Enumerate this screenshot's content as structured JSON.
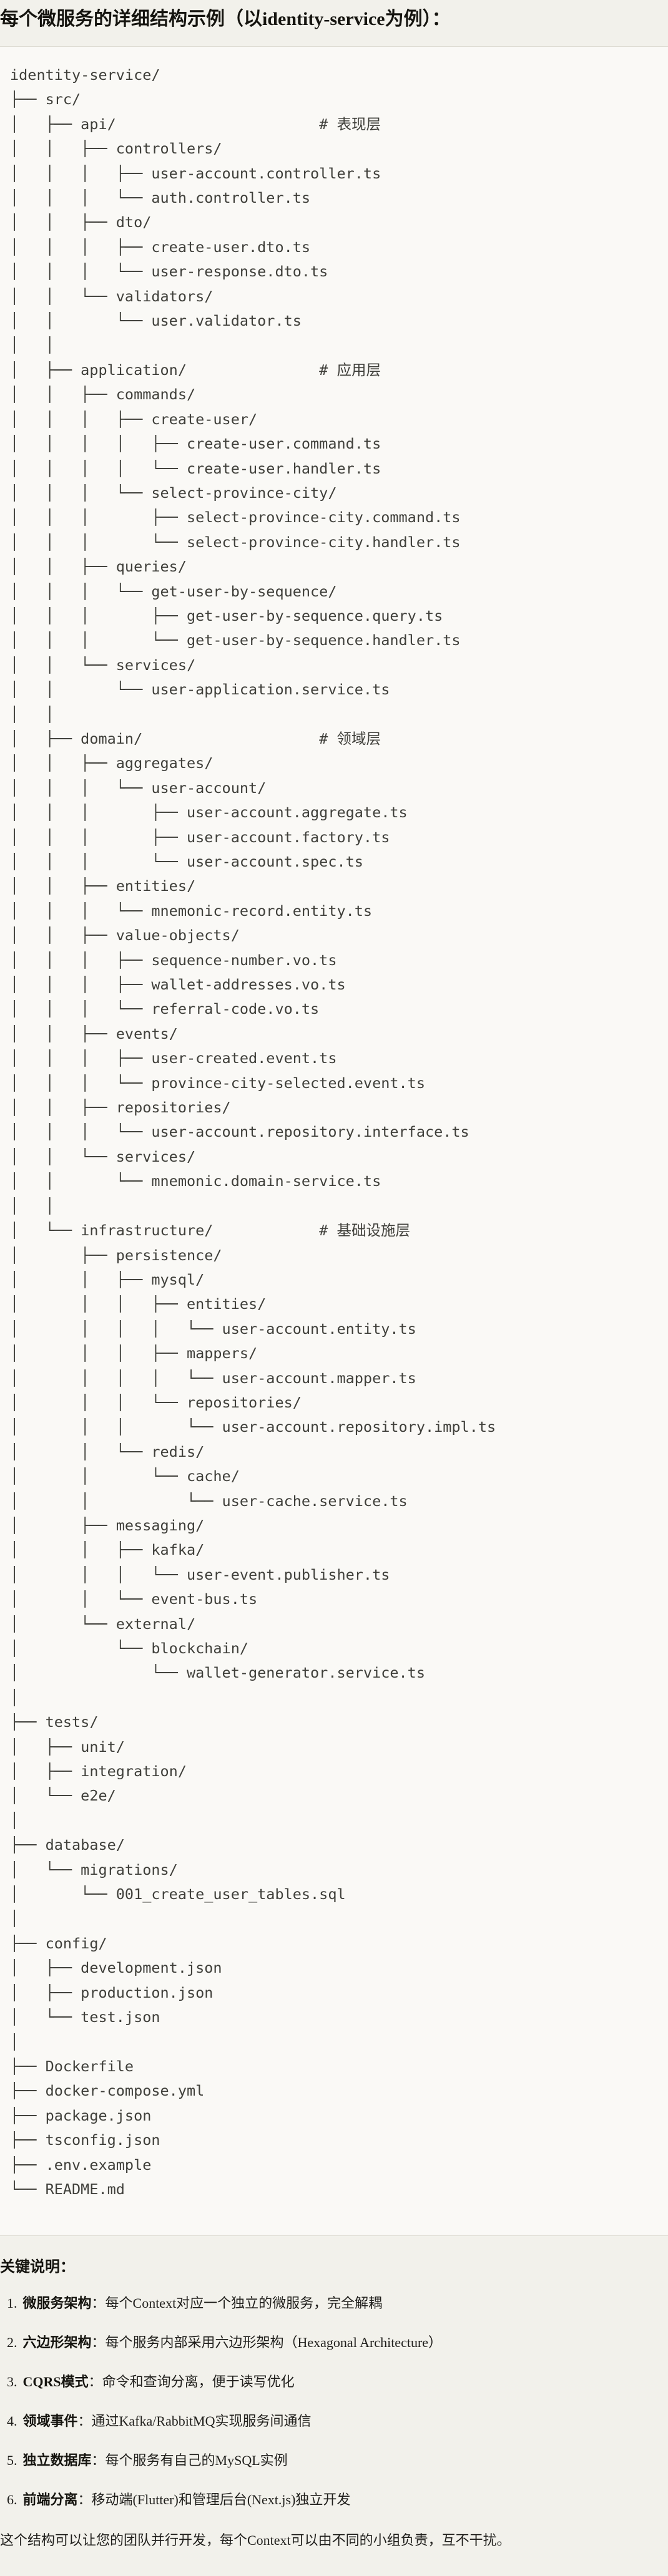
{
  "title": "每个微服务的详细结构示例（以identity-service为例）：",
  "colors": {
    "page_bg": "#F2F1EB",
    "code_block_bg": "#FAF9F6",
    "code_block_border": "#DEDCD3",
    "code_text": "#3F3F3A",
    "body_text": "#1F1E1B"
  },
  "code_block": {
    "language": "plaintext",
    "tree_lines": [
      "identity-service/",
      "├── src/",
      "│   ├── api/                       # 表现层",
      "│   │   ├── controllers/",
      "│   │   │   ├── user-account.controller.ts",
      "│   │   │   └── auth.controller.ts",
      "│   │   ├── dto/",
      "│   │   │   ├── create-user.dto.ts",
      "│   │   │   └── user-response.dto.ts",
      "│   │   └── validators/",
      "│   │       └── user.validator.ts",
      "│   │",
      "│   ├── application/               # 应用层",
      "│   │   ├── commands/",
      "│   │   │   ├── create-user/",
      "│   │   │   │   ├── create-user.command.ts",
      "│   │   │   │   └── create-user.handler.ts",
      "│   │   │   └── select-province-city/",
      "│   │   │       ├── select-province-city.command.ts",
      "│   │   │       └── select-province-city.handler.ts",
      "│   │   ├── queries/",
      "│   │   │   └── get-user-by-sequence/",
      "│   │   │       ├── get-user-by-sequence.query.ts",
      "│   │   │       └── get-user-by-sequence.handler.ts",
      "│   │   └── services/",
      "│   │       └── user-application.service.ts",
      "│   │",
      "│   ├── domain/                    # 领域层",
      "│   │   ├── aggregates/",
      "│   │   │   └── user-account/",
      "│   │   │       ├── user-account.aggregate.ts",
      "│   │   │       ├── user-account.factory.ts",
      "│   │   │       └── user-account.spec.ts",
      "│   │   ├── entities/",
      "│   │   │   └── mnemonic-record.entity.ts",
      "│   │   ├── value-objects/",
      "│   │   │   ├── sequence-number.vo.ts",
      "│   │   │   ├── wallet-addresses.vo.ts",
      "│   │   │   └── referral-code.vo.ts",
      "│   │   ├── events/",
      "│   │   │   ├── user-created.event.ts",
      "│   │   │   └── province-city-selected.event.ts",
      "│   │   ├── repositories/",
      "│   │   │   └── user-account.repository.interface.ts",
      "│   │   └── services/",
      "│   │       └── mnemonic.domain-service.ts",
      "│   │",
      "│   └── infrastructure/            # 基础设施层",
      "│       ├── persistence/",
      "│       │   ├── mysql/",
      "│       │   │   ├── entities/",
      "│       │   │   │   └── user-account.entity.ts",
      "│       │   │   ├── mappers/",
      "│       │   │   │   └── user-account.mapper.ts",
      "│       │   │   └── repositories/",
      "│       │   │       └── user-account.repository.impl.ts",
      "│       │   └── redis/",
      "│       │       └── cache/",
      "│       │           └── user-cache.service.ts",
      "│       ├── messaging/",
      "│       │   ├── kafka/",
      "│       │   │   └── user-event.publisher.ts",
      "│       │   └── event-bus.ts",
      "│       └── external/",
      "│           └── blockchain/",
      "│               └── wallet-generator.service.ts",
      "│",
      "├── tests/",
      "│   ├── unit/",
      "│   ├── integration/",
      "│   └── e2e/",
      "│",
      "├── database/",
      "│   └── migrations/",
      "│       └── 001_create_user_tables.sql",
      "│",
      "├── config/",
      "│   ├── development.json",
      "│   ├── production.json",
      "│   └── test.json",
      "│",
      "├── Dockerfile",
      "├── docker-compose.yml",
      "├── package.json",
      "├── tsconfig.json",
      "├── .env.example",
      "└── README.md"
    ]
  },
  "notes": {
    "heading": "关键说明：",
    "items": [
      {
        "num": "1.",
        "term": "微服务架构",
        "desc": "：每个Context对应一个独立的微服务，完全解耦"
      },
      {
        "num": "2.",
        "term": "六边形架构",
        "desc": "：每个服务内部采用六边形架构（Hexagonal Architecture）"
      },
      {
        "num": "3.",
        "term": "CQRS模式",
        "desc": "：命令和查询分离，便于读写优化"
      },
      {
        "num": "4.",
        "term": "领域事件",
        "desc": "：通过Kafka/RabbitMQ实现服务间通信"
      },
      {
        "num": "5.",
        "term": "独立数据库",
        "desc": "：每个服务有自己的MySQL实例"
      },
      {
        "num": "6.",
        "term": "前端分离",
        "desc": "：移动端(Flutter)和管理后台(Next.js)独立开发"
      }
    ],
    "footer": "这个结构可以让您的团队并行开发，每个Context可以由不同的小组负责，互不干扰。"
  }
}
